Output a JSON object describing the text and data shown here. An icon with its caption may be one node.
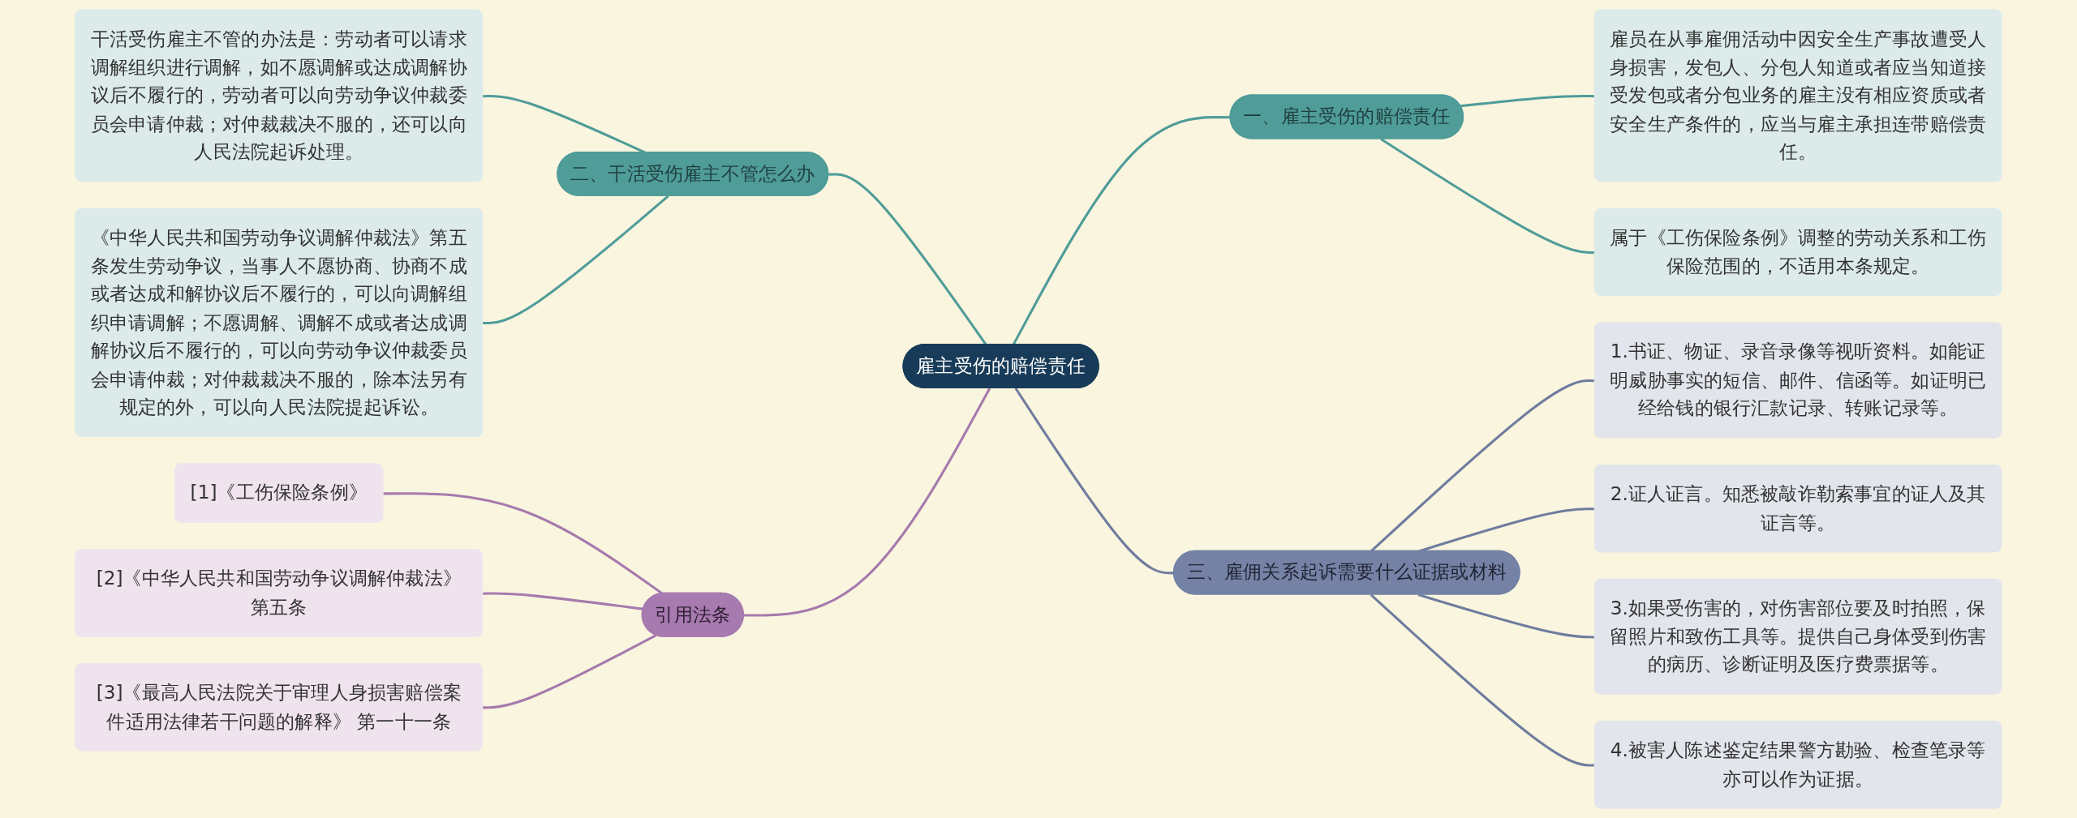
{
  "diagram": {
    "nodes": [
      {
        "text": [
          "雇主受伤的赔偿责任"
        ]
      },
      {
        "text": [
          "二、干活受伤雇主不管怎么办"
        ]
      },
      {
        "text": [
          "干活受伤雇主不管的办法是：劳动者可以请求调解组织进行调解，如不愿调解或达成调解协议后不履行的，劳动者可以向劳动争议仲裁委员会申请仲裁；对仲裁裁决不服的，还可以向人民法院起诉处理。"
        ]
      },
      {
        "text": [
          "《中华人民共和国劳动争议调解仲裁法》第五条发生劳动争议，当事人不愿协商、协商不成或者达成和解协议后不履行的，可以向调解组织申请调解；不愿调解、调解不成或者达成调解协议后不履行的，可以向劳动争议仲裁委员会申请仲裁；对仲裁裁决不服的，除本法另有规定的外，可以向人民法院提起诉讼。"
        ]
      },
      {
        "text": [
          "一、雇主受伤的赔偿责任"
        ]
      },
      {
        "text": [
          "雇员在从事雇佣活动中因安全生产事故遭受人身损害，发包人、分包人知道或者应当知道接受发包或者分包业务的雇主没有相应资质或者安全生产条件的，应当与雇主承担连带赔偿责任。"
        ]
      },
      {
        "text": [
          "属于《工伤保险条例》调整的劳动关系和工伤保险范围的，不适用本条规定。"
        ]
      },
      {
        "text": [
          "引用法条"
        ]
      },
      {
        "text": [
          "[1]《工伤保险条例》"
        ]
      },
      {
        "text": [
          "[2]《中华人民共和国劳动争议调解仲裁法》第五条"
        ]
      },
      {
        "text": [
          "[3]《最高人民法院关于审理人身损害赔偿案件适用法律若干问题的解释》 第一十一条"
        ]
      },
      {
        "text": [
          "三、雇佣关系起诉需要什么证据或材料"
        ]
      },
      {
        "text": [
          "1.书证、物证、录音录像等视听资料。如能证明威胁事实的短信、邮件、信函等。如证明已经给钱的银行汇款记录、转账记录等。"
        ]
      },
      {
        "text": [
          "2.证人证言。知悉被敲诈勒索事宜的证人及其证言等。"
        ]
      },
      {
        "text": [
          "3.如果受伤害的，对伤害部位要及时拍照，保留照片和致伤工具等。提供自己身体受到伤害的病历、诊断证明及医疗费票据等。"
        ]
      },
      {
        "text": [
          "4.被害人陈述鉴定结果警方勘验、检查笔录等亦可以作为证据。"
        ]
      }
    ],
    "edges": [
      {
        "from": 1,
        "to": 0,
        "arrow": "none"
      },
      {
        "from": 2,
        "to": 1,
        "arrow": "none"
      },
      {
        "from": 3,
        "to": 1,
        "arrow": "none"
      },
      {
        "from": 0,
        "to": 4,
        "arrow": "none"
      },
      {
        "from": 4,
        "to": 5,
        "arrow": "none"
      },
      {
        "from": 4,
        "to": 6,
        "arrow": "none"
      },
      {
        "from": 7,
        "to": 0,
        "arrow": "none",
        "color": "#a67aad"
      },
      {
        "from": 8,
        "to": 7,
        "arrow": "none",
        "color": "#a67aad"
      },
      {
        "from": 9,
        "to": 7,
        "arrow": "none",
        "color": "#a67aad"
      },
      {
        "from": 10,
        "to": 7,
        "arrow": "none",
        "color": "#a67aad"
      },
      {
        "from": 0,
        "to": 11,
        "arrow": "none",
        "color": "#6f7c9e"
      },
      {
        "from": 11,
        "to": 12,
        "arrow": "none",
        "color": "#6f7c9e"
      },
      {
        "from": 11,
        "to": 13,
        "arrow": "none",
        "color": "#6f7c9e"
      },
      {
        "from": 11,
        "to": 14,
        "arrow": "none",
        "color": "#6f7c9e"
      },
      {
        "from": 11,
        "to": 15,
        "arrow": "none",
        "color": "#6f7c9e"
      }
    ]
  }
}
